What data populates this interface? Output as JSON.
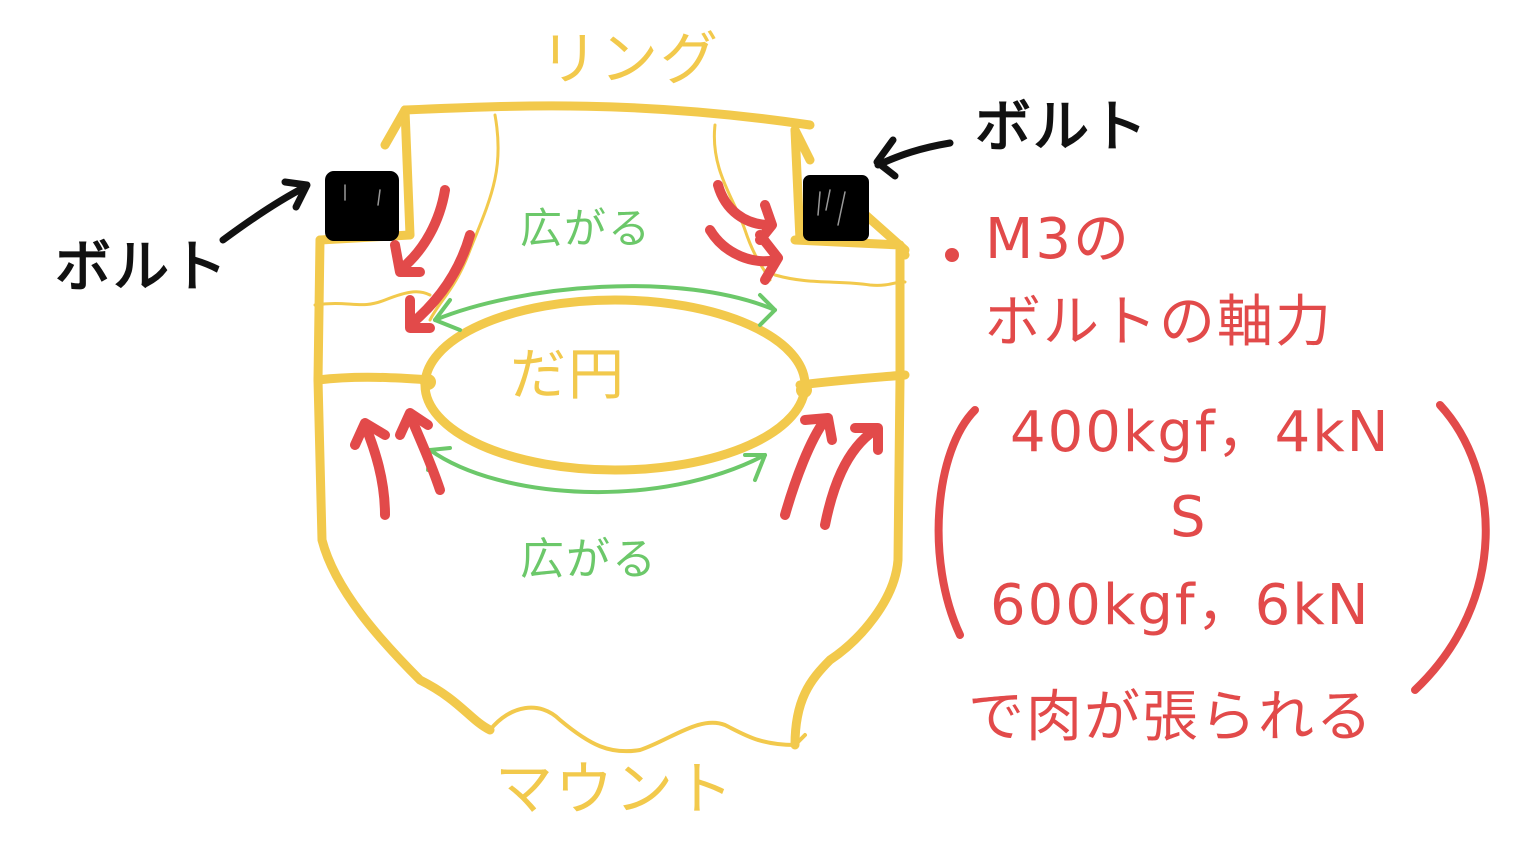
{
  "diagram": {
    "colors": {
      "part_outline": "#f2c94c",
      "force_arrows": "#e24a4a",
      "expansion_arrows": "#6cc86a",
      "bolt_annotation": "#111111",
      "note_text": "#e24a4a"
    },
    "labels": {
      "ring": "リング",
      "mount": "マウント",
      "ellipse": "だ円",
      "expand_top": "広がる",
      "expand_bottom": "広がる",
      "bolt_left": "ボルト",
      "bolt_right": "ボルト"
    },
    "note": {
      "bullet": "•",
      "line1": "M3の",
      "line2": "ボルトの軸力",
      "range_line1": "400kgf，4kN",
      "range_sep": "S",
      "range_line2": "600kgf，6kN",
      "line3": "で肉が張られる",
      "open_paren": "(",
      "close_paren": ")"
    },
    "parts": [
      {
        "name": "ring",
        "kind": "upper-ring-outline"
      },
      {
        "name": "mount",
        "kind": "lower-mount-outline"
      },
      {
        "name": "ellipse",
        "kind": "deformed-bore"
      },
      {
        "name": "bolt-left",
        "kind": "bolt-square"
      },
      {
        "name": "bolt-right",
        "kind": "bolt-square"
      }
    ]
  }
}
